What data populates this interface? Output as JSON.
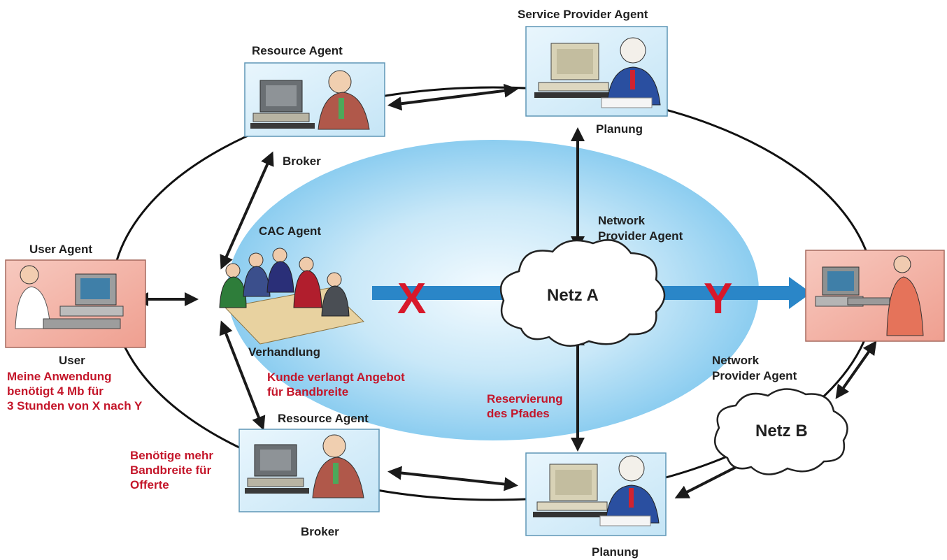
{
  "agents": {
    "resource_top": {
      "title": "Resource Agent",
      "role": "Broker"
    },
    "resource_bottom": {
      "title": "Resource Agent",
      "role": "Broker"
    },
    "service_top": {
      "title": "Service Provider Agent",
      "role": "Planung"
    },
    "service_bottom": {
      "role": "Planung"
    },
    "user": {
      "title": "User Agent",
      "role": "User"
    },
    "cac": {
      "title": "CAC Agent",
      "role": "Verhandlung"
    },
    "network_a": {
      "title_line1": "Network",
      "title_line2": "Provider Agent"
    },
    "network_b": {
      "title_line1": "Network",
      "title_line2": "Provider Agent"
    }
  },
  "clouds": {
    "a": "Netz A",
    "b": "Netz B"
  },
  "endpoints": {
    "x": "X",
    "y": "Y"
  },
  "annotations": {
    "user_request": [
      "Meine Anwendung",
      "benötigt 4 Mb für",
      "3 Stunden von X nach Y"
    ],
    "customer_offer": [
      "Kunde verlangt Angebot",
      "für Bandbreite"
    ],
    "reservation": [
      "Reservierung",
      "des Pfades"
    ],
    "broker_need": [
      "Benötige mehr",
      "Bandbreite für",
      "Offerte"
    ]
  },
  "colors": {
    "annotation": "#c4162a",
    "flow_arrow": "#2a86c8",
    "endpoint_marker": "#d8182a",
    "user_box": "#f2b3a6",
    "agent_box": "#d4ecf8",
    "central_area": "#a7d8f1"
  }
}
